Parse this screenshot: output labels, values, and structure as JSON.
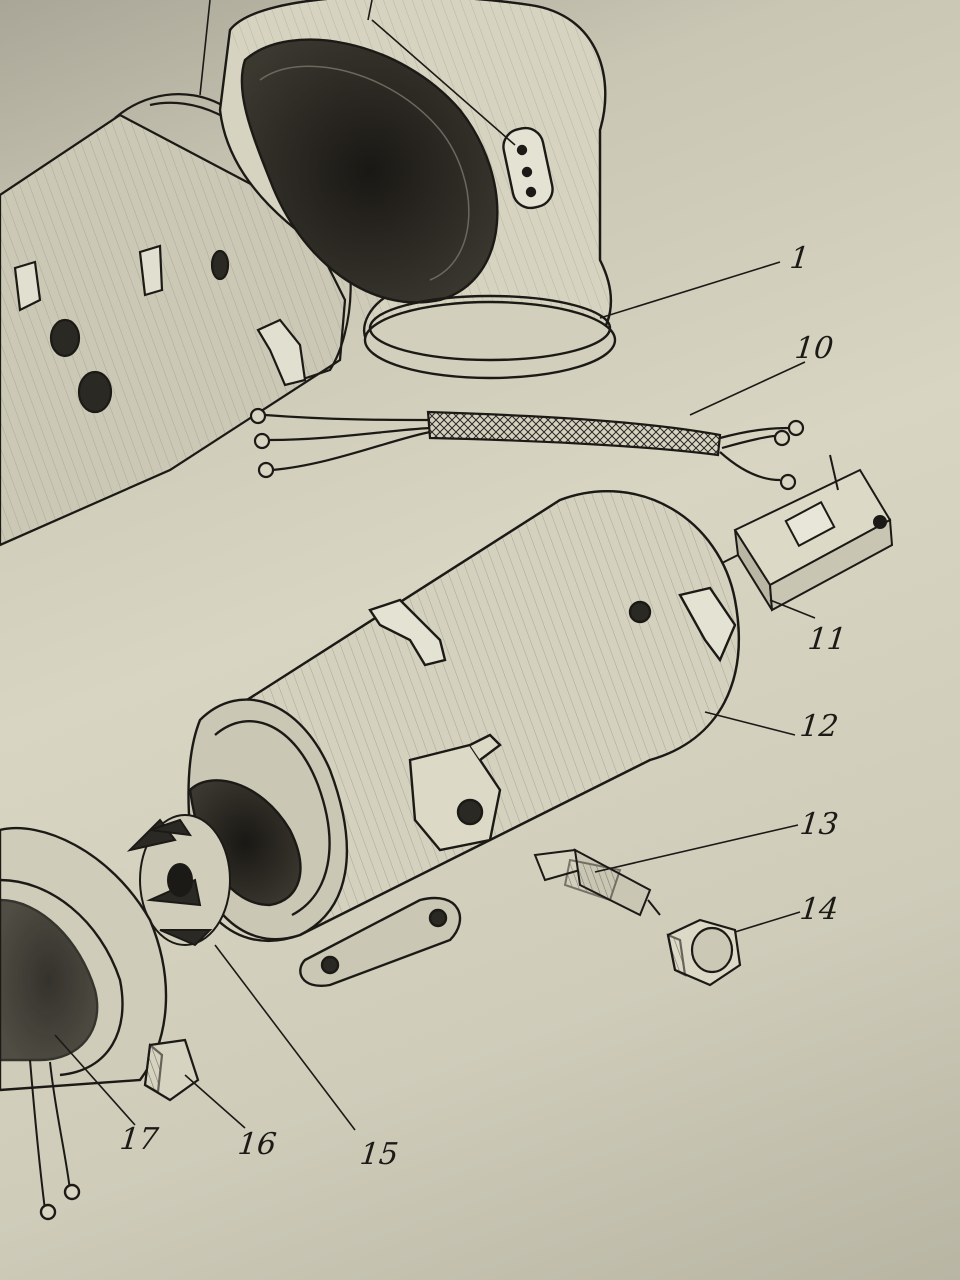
{
  "diagram": {
    "callouts": [
      {
        "id": "1",
        "label": "1"
      },
      {
        "id": "10",
        "label": "10"
      },
      {
        "id": "11",
        "label": "11"
      },
      {
        "id": "12",
        "label": "12"
      },
      {
        "id": "13",
        "label": "13"
      },
      {
        "id": "14",
        "label": "14"
      },
      {
        "id": "15",
        "label": "15"
      },
      {
        "id": "16",
        "label": "16"
      },
      {
        "id": "17",
        "label": "17"
      }
    ],
    "colors": {
      "paper": "#d8d5c2",
      "ink": "#1c1a16",
      "shade": "#55524a"
    }
  }
}
